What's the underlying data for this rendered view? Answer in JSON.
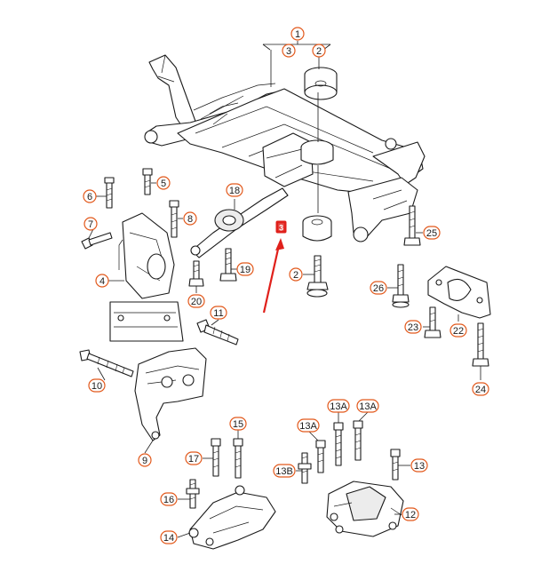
{
  "diagram": {
    "accent_color": "#e2591c",
    "arrow_color": "#e0201b",
    "highlight_marker": "3",
    "callouts": [
      {
        "id": "c1-top",
        "label": "1"
      },
      {
        "id": "c3-top",
        "label": "3"
      },
      {
        "id": "c2-top",
        "label": "2"
      },
      {
        "id": "c5",
        "label": "5"
      },
      {
        "id": "c6",
        "label": "6"
      },
      {
        "id": "c7",
        "label": "7"
      },
      {
        "id": "c8",
        "label": "8"
      },
      {
        "id": "c4",
        "label": "4"
      },
      {
        "id": "c18",
        "label": "18"
      },
      {
        "id": "c19",
        "label": "19"
      },
      {
        "id": "c20",
        "label": "20"
      },
      {
        "id": "c2-mid",
        "label": "2"
      },
      {
        "id": "c25",
        "label": "25"
      },
      {
        "id": "c26",
        "label": "26"
      },
      {
        "id": "c22",
        "label": "22"
      },
      {
        "id": "c23",
        "label": "23"
      },
      {
        "id": "c24",
        "label": "24"
      },
      {
        "id": "c11",
        "label": "11"
      },
      {
        "id": "c10",
        "label": "10"
      },
      {
        "id": "c9",
        "label": "9"
      },
      {
        "id": "c15",
        "label": "15"
      },
      {
        "id": "c17",
        "label": "17"
      },
      {
        "id": "c16",
        "label": "16"
      },
      {
        "id": "c14",
        "label": "14"
      },
      {
        "id": "c13a-1",
        "label": "13A"
      },
      {
        "id": "c13a-2",
        "label": "13A"
      },
      {
        "id": "c13a-3",
        "label": "13A"
      },
      {
        "id": "c13b",
        "label": "13B"
      },
      {
        "id": "c13",
        "label": "13"
      },
      {
        "id": "c12",
        "label": "12"
      }
    ]
  }
}
